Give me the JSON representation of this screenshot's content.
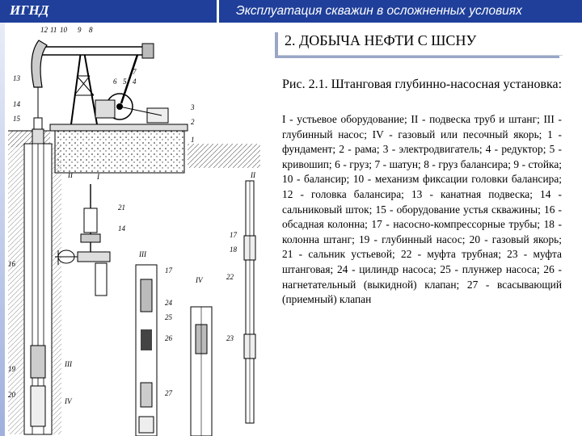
{
  "header": {
    "org": "ИГНД",
    "subject": "Эксплуатация скважин в осложненных условиях"
  },
  "slide": {
    "title": "2. ДОБЫЧА НЕФТИ С ШСНУ",
    "caption": "Рис. 2.1. Штанговая глубинно-насосная установка:",
    "description": "I - устьевое оборудование; II - подвеска труб и штанг; III - глубинный насос; IV - газовый или песочный якорь; 1 - фундамент; 2 - рама; 3 - электродвигатель; 4 - редуктор; 5 - кривошип; 6 - груз; 7 - шатун; 8 - груз балансира; 9 - стойка; 10 - балансир; 10 - механизм фиксации головки балансира; 12 - головка балансира; 13 - канатная подвеска; 14 - сальниковый шток; 15 - оборудование устья скважины; 16 - обсадная колонна; 17 - насосно-компрессорные трубы; 18 - колонна штанг; 19 - глубинный насос; 20 - газовый якорь; 21 - сальник устьевой; 22 - муфта трубная; 23 - муфта штанговая; 24 - цилиндр насоса; 25 - плунжер насоса; 26 - нагнетательный (выкидной) клапан; 27 - всасывающий (приемный) клапан"
  },
  "figure": {
    "top_labels": [
      "12",
      "11",
      "10",
      "9",
      "8"
    ],
    "side_labels": [
      "13",
      "14",
      "15",
      "16",
      "19",
      "20"
    ],
    "unit_labels": [
      "6",
      "5",
      "4",
      "7",
      "3",
      "2",
      "1"
    ],
    "wellhead_labels": [
      "21",
      "14"
    ],
    "roman_labels": [
      "I",
      "II",
      "III",
      "IV",
      "II",
      "III",
      "IV"
    ],
    "string_labels": [
      "17",
      "18",
      "22",
      "23"
    ],
    "pump_labels": [
      "17",
      "24",
      "25",
      "26",
      "27"
    ]
  }
}
